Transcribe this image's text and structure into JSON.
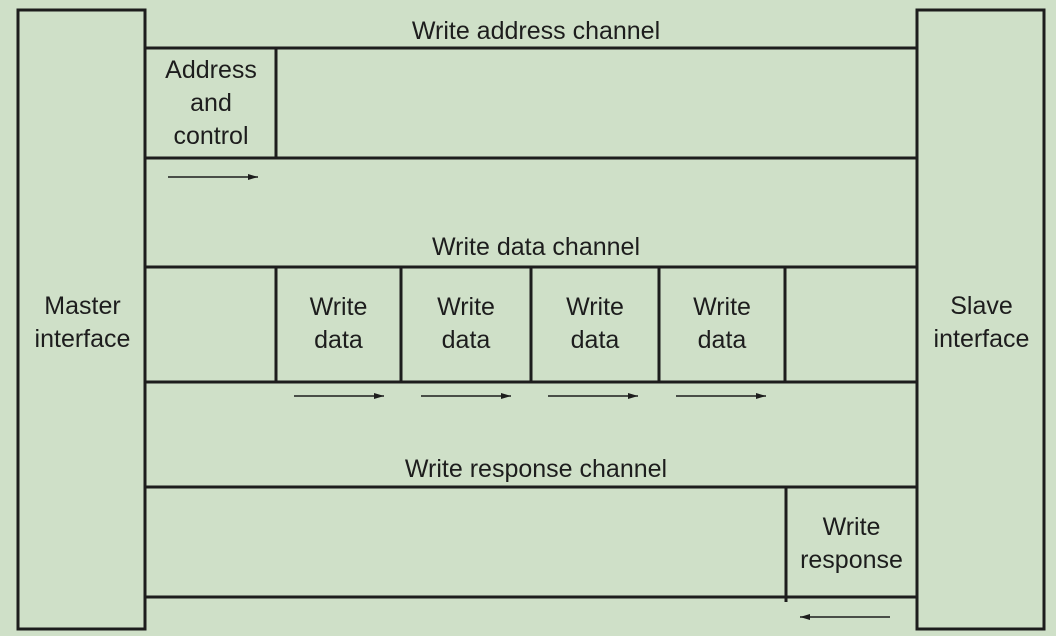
{
  "master": {
    "line1": "Master",
    "line2": "interface"
  },
  "slave": {
    "line1": "Slave",
    "line2": "interface"
  },
  "channels": {
    "write_address": "Write address channel",
    "write_data": "Write data channel",
    "write_response": "Write response channel"
  },
  "address_block": {
    "line1": "Address",
    "line2": "and",
    "line3": "control"
  },
  "data_blocks": [
    {
      "line1": "Write",
      "line2": "data"
    },
    {
      "line1": "Write",
      "line2": "data"
    },
    {
      "line1": "Write",
      "line2": "data"
    },
    {
      "line1": "Write",
      "line2": "data"
    }
  ],
  "response_block": {
    "line1": "Write",
    "line2": "response"
  },
  "colors": {
    "background": "#cfe0c8",
    "line": "#1d1d1d"
  }
}
